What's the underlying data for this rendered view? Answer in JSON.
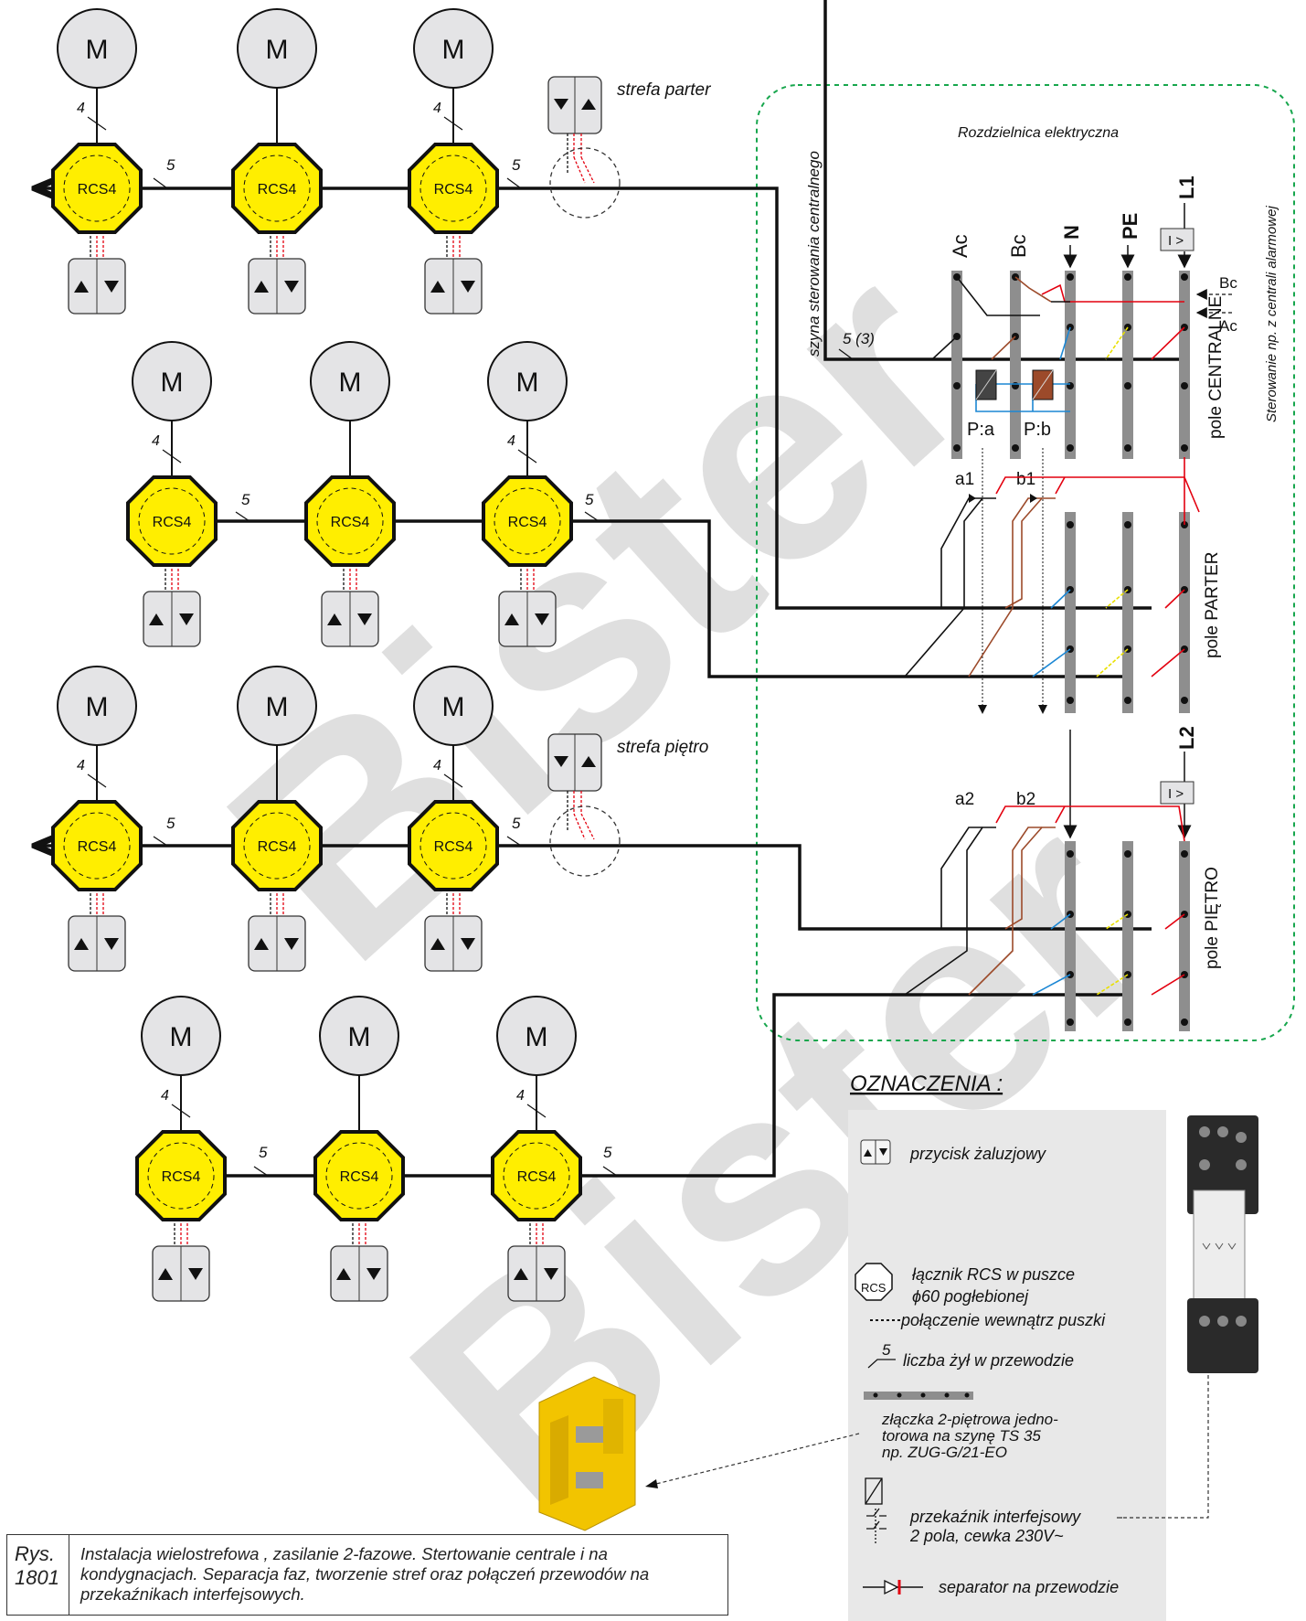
{
  "motor_label": "M",
  "switch_label": "RCS4",
  "wire_counts": {
    "motor": "4",
    "bus": "5",
    "central_bus": "5 (3)"
  },
  "zones": {
    "parter": "strefa parter",
    "pietro": "strefa piętro"
  },
  "switchboard": {
    "title": "Rozdzielnica elektryczna",
    "rail_label": "szyna sterowania centralnego",
    "alarm_label": "Sterowanie np. z centrali alarmowej",
    "rails": {
      "ac": "Ac",
      "bc": "Bc",
      "n": "N",
      "pe": "PE"
    },
    "phases": {
      "l1": "L1",
      "l2": "L2"
    },
    "breaker": "I >",
    "inputs": {
      "bc": "Bc",
      "ac": "Ac"
    },
    "relays": {
      "pa": "P:a",
      "pb": "P:b"
    },
    "contacts": {
      "a1": "a1",
      "b1": "b1",
      "a2": "a2",
      "b2": "b2"
    },
    "fields": {
      "centralne": "pole CENTRALNE",
      "parter": "pole PARTER",
      "pietro": "pole PIĘTRO"
    }
  },
  "legend": {
    "title": "OZNACZENIA :",
    "items": {
      "button": "przycisk żaluzjowy",
      "rcs_line1": "łącznik RCS w puszce",
      "rcs_line2": "ϕ60 pogłebionej",
      "rcs_icon": "RCS",
      "dotted": "połączenie wewnątrz puszki",
      "wires_num": "5",
      "wires": "liczba żył w przewodzie",
      "terminal_line1": "złączka 2-piętrowa  jedno-",
      "terminal_line2": "torowa na szynę TS 35",
      "terminal_line3": "np. ZUG-G/21-EO",
      "relay_line1": "przekaźnik interfejsowy",
      "relay_line2": "2 pola, cewka 230V~",
      "separator": "separator na przewodzie"
    }
  },
  "watermark": "Bister",
  "caption": {
    "number_line1": "Rys.",
    "number_line2": "1801",
    "text": "Instalacja wielostrefowa , zasilanie 2-fazowe.  Stertowanie  centrale  i na kondygnacjach.  Separacja faz, tworzenie stref oraz połączeń przewodów na  przekaźnikach  interfejsowych."
  },
  "colors": {
    "switch_fill": "#ffee00",
    "motor_fill": "#e4e4e6",
    "terminal": "#8e8e8e",
    "wire_red": "#e3000f",
    "wire_brown": "#9c4a2a",
    "wire_blue": "#1c87d4",
    "wire_yellow": "#e9e000",
    "frame_green": "#17a64d",
    "watermark": "#2ba6e6"
  }
}
